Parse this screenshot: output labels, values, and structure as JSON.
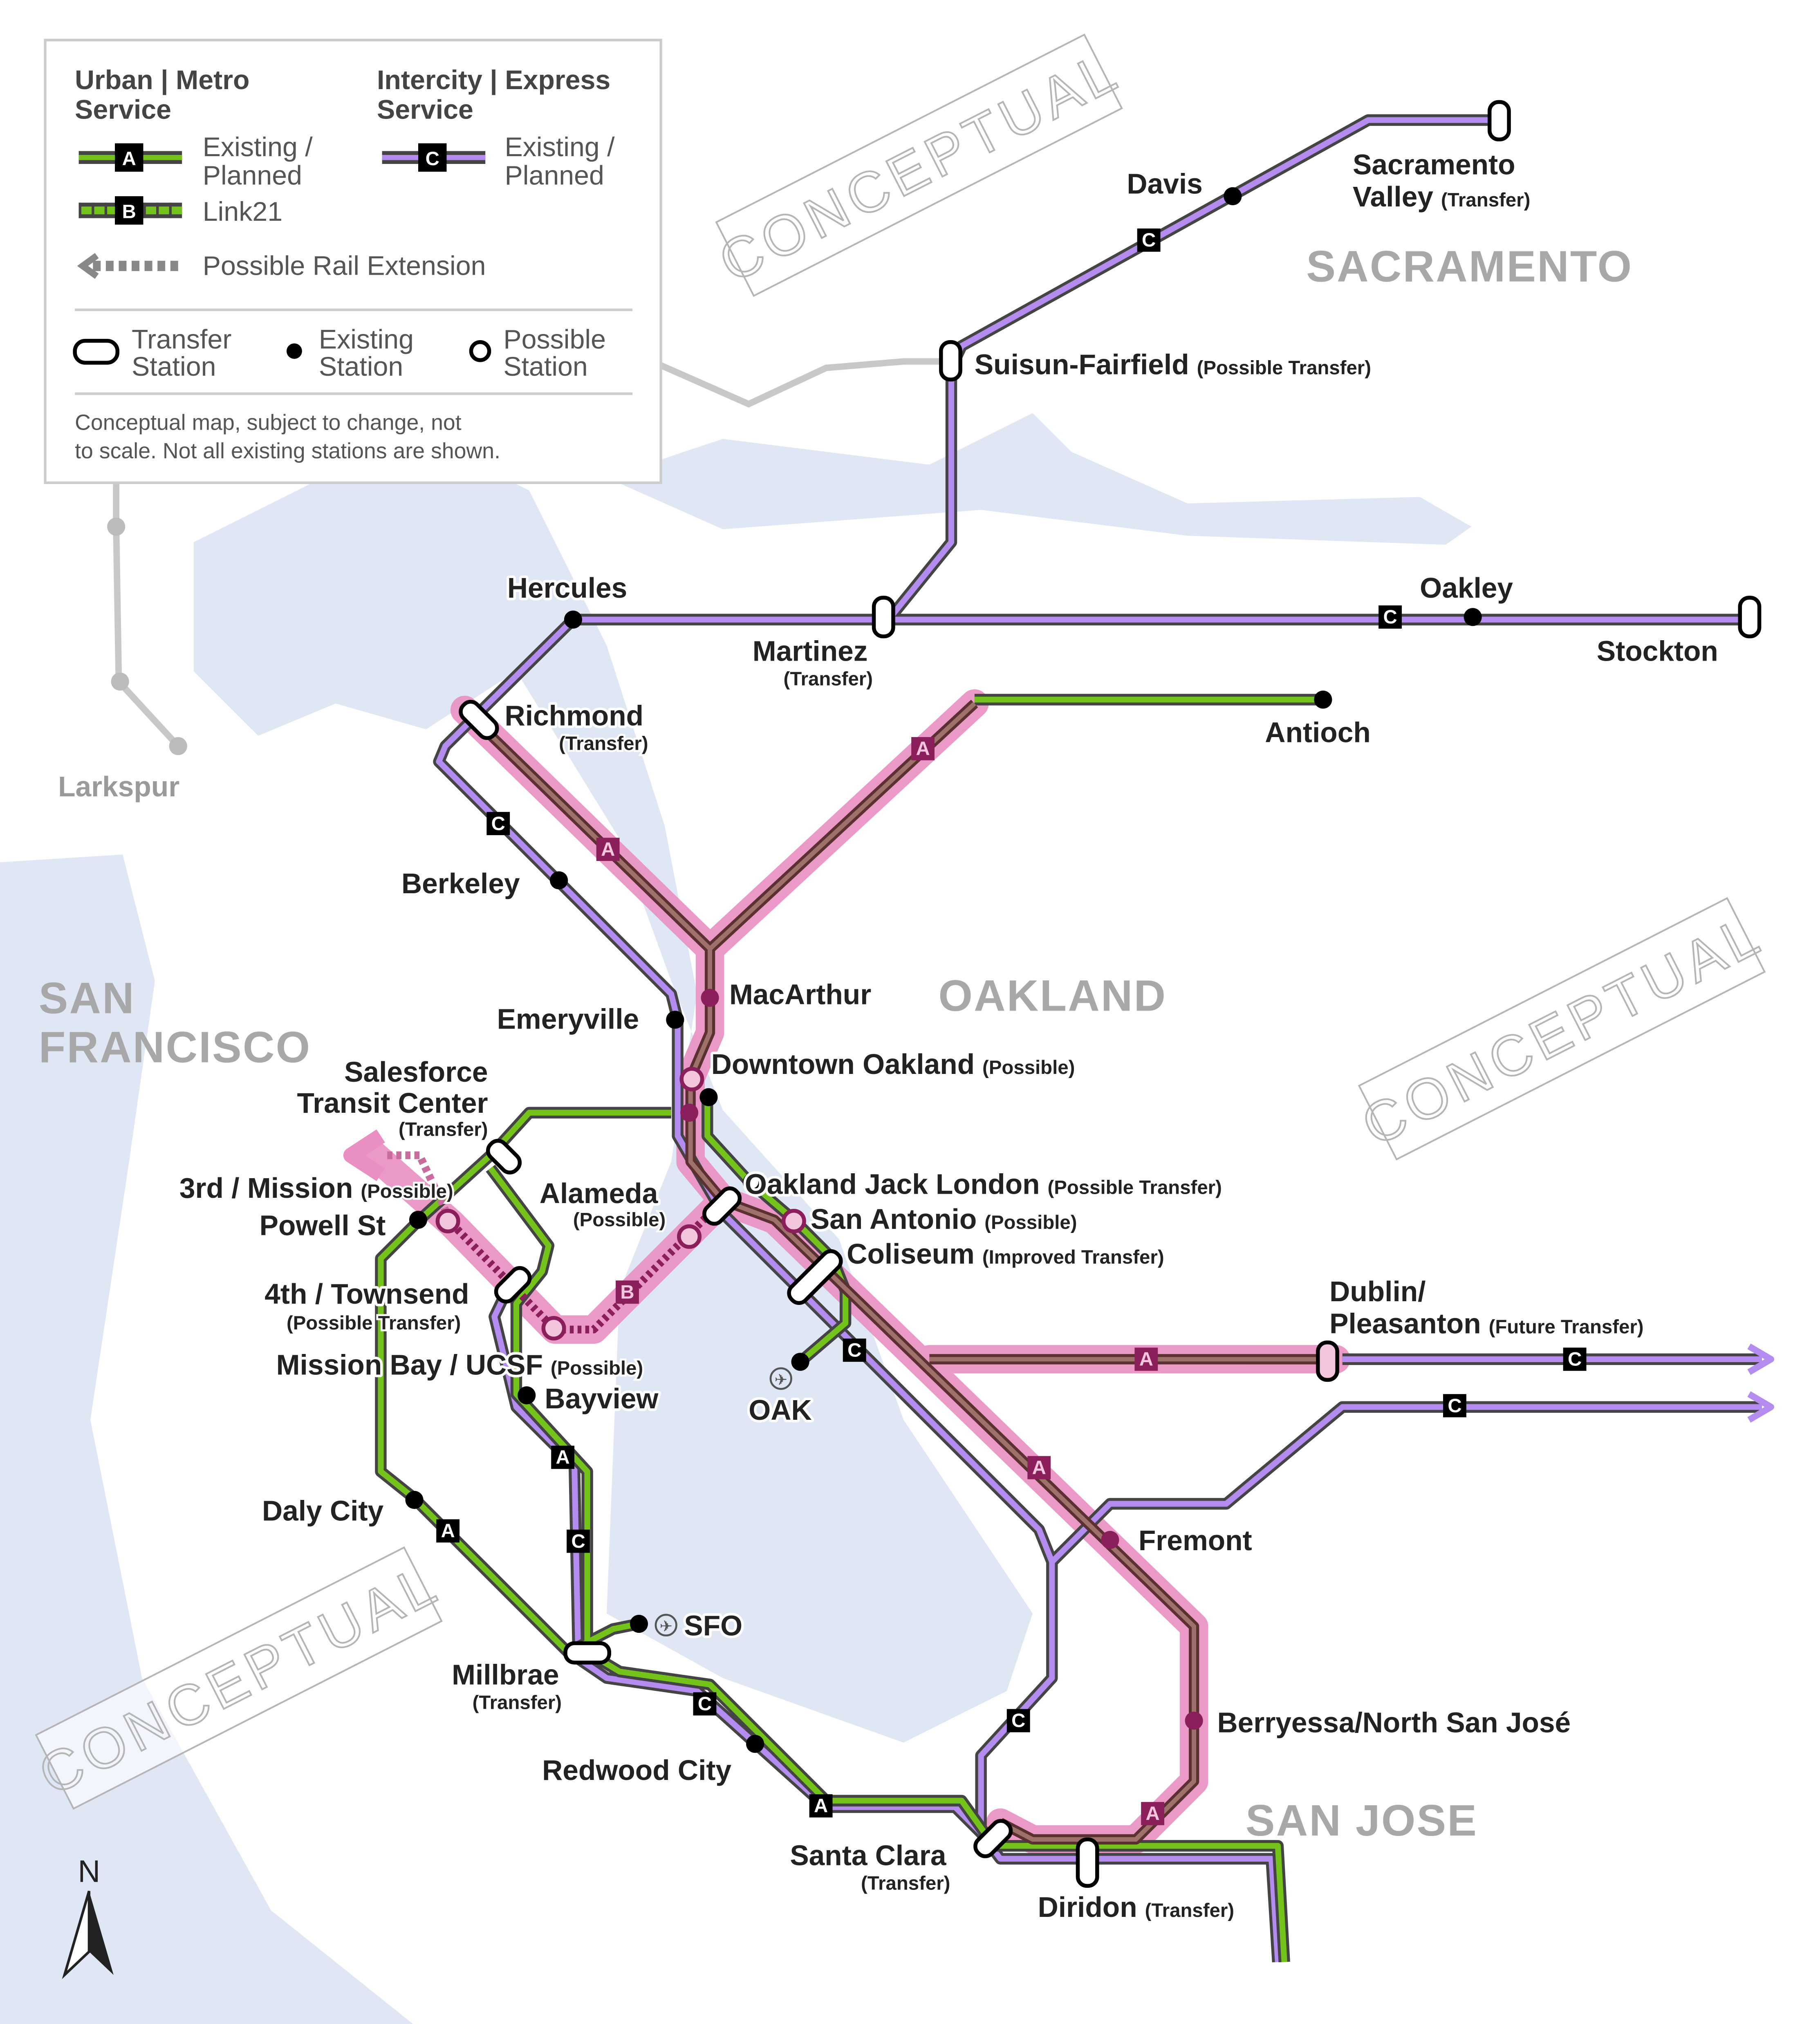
{
  "legend": {
    "urban_title_1": "Urban | Metro",
    "urban_title_2": "Service",
    "intercity_title_1": "Intercity | Express",
    "intercity_title_2": "Service",
    "existing_planned_1": "Existing /",
    "existing_planned_2": "Planned",
    "link21": "Link21",
    "extension": "Possible Rail Extension",
    "transfer_1": "Transfer",
    "transfer_2": "Station",
    "existing_1": "Existing",
    "existing_2": "Station",
    "possible_1": "Possible",
    "possible_2": "Station",
    "note_1": "Conceptual map, subject to change, not",
    "note_2": "to scale. Not all existing stations are shown."
  },
  "badges": {
    "A": "A",
    "B": "B",
    "C": "C"
  },
  "colors": {
    "urban": "#74c31a",
    "intercity": "#b48cf0",
    "link21": "#e98fc2",
    "water": "#dfe7f4",
    "outline": "#444444"
  },
  "regions": {
    "sacramento": "SACRAMENTO",
    "oakland": "OAKLAND",
    "sf_1": "SAN",
    "sf_2": "FRANCISCO",
    "san_jose": "SAN JOSE"
  },
  "watermark": "CONCEPTUAL",
  "north": "N",
  "stations": {
    "sacramento_1": "Sacramento",
    "sacramento_2": "Valley",
    "sacramento_note": "(Transfer)",
    "davis": "Davis",
    "suisun": "Suisun-Fairfield",
    "suisun_note": "(Possible Transfer)",
    "hercules": "Hercules",
    "martinez": "Martinez",
    "martinez_note": "(Transfer)",
    "oakley": "Oakley",
    "stockton": "Stockton",
    "richmond": "Richmond",
    "richmond_note": "(Transfer)",
    "antioch": "Antioch",
    "larkspur": "Larkspur",
    "berkeley": "Berkeley",
    "macarthur": "MacArthur",
    "emeryville": "Emeryville",
    "downtown_oakland": "Downtown Oakland",
    "downtown_oakland_note": "(Possible)",
    "salesforce_1": "Salesforce",
    "salesforce_2": "Transit Center",
    "salesforce_note": "(Transfer)",
    "alameda": "Alameda",
    "alameda_note": "(Possible)",
    "jack_london": "Oakland Jack London",
    "jack_london_note": "(Possible Transfer)",
    "third_mission": "3rd / Mission",
    "third_mission_note": "(Possible)",
    "san_antonio": "San Antonio",
    "san_antonio_note": "(Possible)",
    "powell": "Powell St",
    "coliseum": "Coliseum",
    "coliseum_note": "(Improved Transfer)",
    "fourth_townsend": "4th / Townsend",
    "fourth_townsend_note": "(Possible Transfer)",
    "dublin_1": "Dublin/",
    "dublin_2": "Pleasanton",
    "dublin_note": "(Future Transfer)",
    "mission_bay": "Mission Bay / UCSF",
    "mission_bay_note": "(Possible)",
    "bayview": "Bayview",
    "oak": "OAK",
    "daly_city": "Daly City",
    "fremont": "Fremont",
    "sfo": "SFO",
    "millbrae": "Millbrae",
    "millbrae_note": "(Transfer)",
    "berryessa": "Berryessa/North San José",
    "redwood_city": "Redwood City",
    "santa_clara": "Santa Clara",
    "santa_clara_note": "(Transfer)",
    "diridon": "Diridon",
    "diridon_note": "(Transfer)"
  }
}
